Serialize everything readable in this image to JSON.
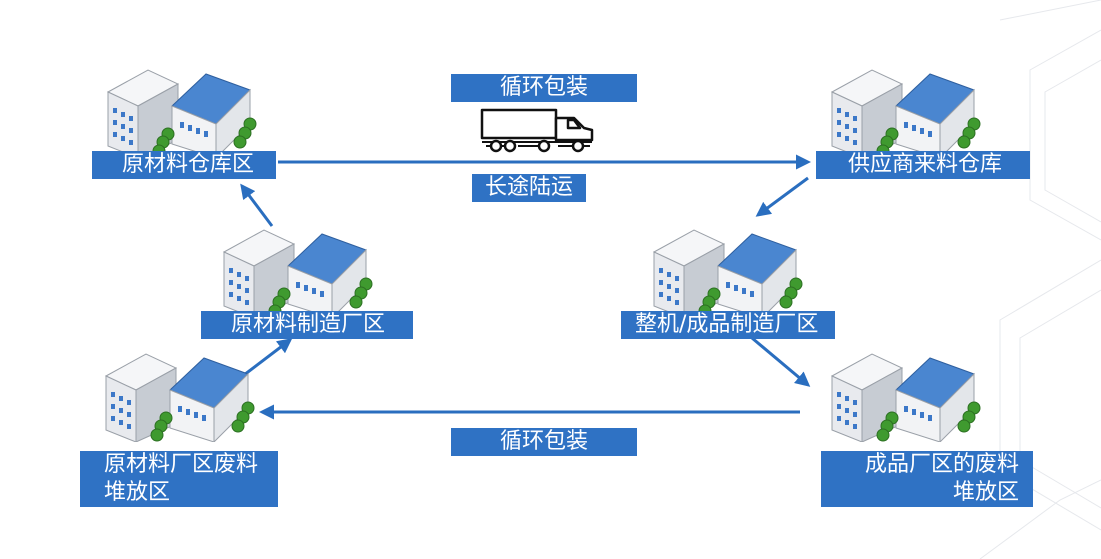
{
  "nodes": {
    "raw_warehouse": {
      "label": "原材料仓库区",
      "icon": "warehouse-buildings-icon"
    },
    "supplier_warehouse": {
      "label": "供应商来料仓库",
      "icon": "warehouse-buildings-icon"
    },
    "raw_factory": {
      "label": "原材料制造厂区",
      "icon": "factory-buildings-icon"
    },
    "assembly_factory": {
      "label": "整机/成品制造厂区",
      "icon": "factory-buildings-icon"
    },
    "raw_scrap": {
      "label": "原材料厂区废料堆放区",
      "icon": "scrap-yard-buildings-icon"
    },
    "product_scrap": {
      "label": "成品厂区的废料堆放区",
      "icon": "scrap-yard-buildings-icon"
    }
  },
  "edges": {
    "top_route_label": "循环包装",
    "transport_label": "长途陆运",
    "bottom_route_label": "循环包装",
    "truck_icon": "truck-icon"
  },
  "colors": {
    "label_bg": "#2f72c4",
    "arrow": "#2a6ebf",
    "roof": "#4a86d0",
    "tree": "#3f9a2f"
  }
}
